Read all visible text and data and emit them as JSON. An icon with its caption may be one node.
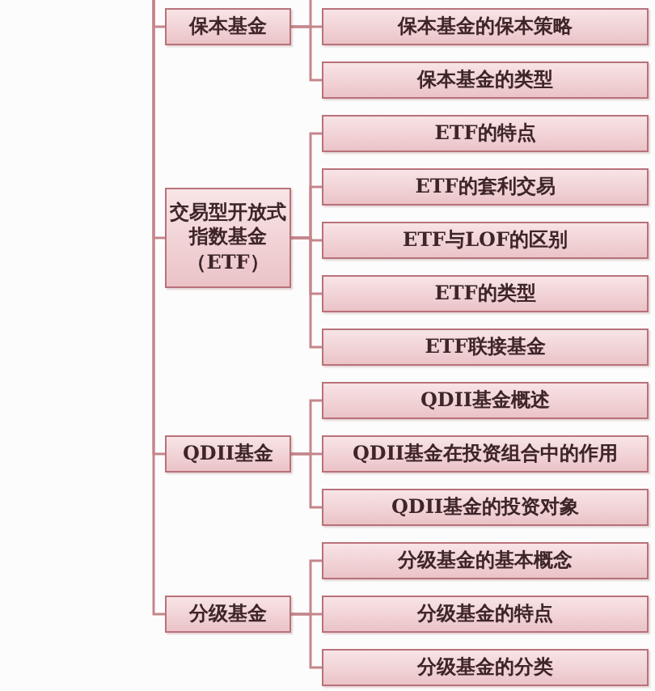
{
  "diagram": {
    "nodes": [
      {
        "text": [
          "保本基金"
        ]
      },
      {
        "text": [
          "保本基金的保本策略"
        ]
      },
      {
        "text": [
          "保本基金的类型"
        ]
      },
      {
        "text": [
          "交易型开放式指数基金（ETF）"
        ]
      },
      {
        "text": [
          "ETF的特点"
        ]
      },
      {
        "text": [
          "ETF的套利交易"
        ]
      },
      {
        "text": [
          "ETF与LOF的区别"
        ]
      },
      {
        "text": [
          "ETF的类型"
        ]
      },
      {
        "text": [
          "ETF联接基金"
        ]
      },
      {
        "text": [
          "QDII基金"
        ]
      },
      {
        "text": [
          "QDII基金概述"
        ]
      },
      {
        "text": [
          "QDII基金在投资组合中的作用"
        ]
      },
      {
        "text": [
          "QDII基金的投资对象"
        ]
      },
      {
        "text": [
          "分级基金"
        ]
      },
      {
        "text": [
          "分级基金的基本概念"
        ]
      },
      {
        "text": [
          "分级基金的特点"
        ]
      },
      {
        "text": [
          "分级基金的分类"
        ]
      }
    ],
    "edges": [
      {
        "from": null,
        "to": 0,
        "arrow": "none"
      },
      {
        "from": 0,
        "to": null,
        "arrow": "none"
      },
      {
        "from": 0,
        "to": 1,
        "arrow": "none"
      },
      {
        "from": 0,
        "to": 2,
        "arrow": "none"
      },
      {
        "from": null,
        "to": 3,
        "arrow": "none"
      },
      {
        "from": 3,
        "to": 4,
        "arrow": "none"
      },
      {
        "from": 3,
        "to": 5,
        "arrow": "none"
      },
      {
        "from": 3,
        "to": 6,
        "arrow": "none"
      },
      {
        "from": 3,
        "to": 7,
        "arrow": "none"
      },
      {
        "from": 3,
        "to": 8,
        "arrow": "none"
      },
      {
        "from": null,
        "to": 9,
        "arrow": "none"
      },
      {
        "from": 9,
        "to": 10,
        "arrow": "none"
      },
      {
        "from": 9,
        "to": 11,
        "arrow": "none"
      },
      {
        "from": 9,
        "to": 12,
        "arrow": "none"
      },
      {
        "from": null,
        "to": 13,
        "arrow": "none"
      },
      {
        "from": 13,
        "to": 14,
        "arrow": "none"
      },
      {
        "from": 13,
        "to": 15,
        "arrow": "none"
      },
      {
        "from": 13,
        "to": 16,
        "arrow": "none"
      }
    ]
  }
}
